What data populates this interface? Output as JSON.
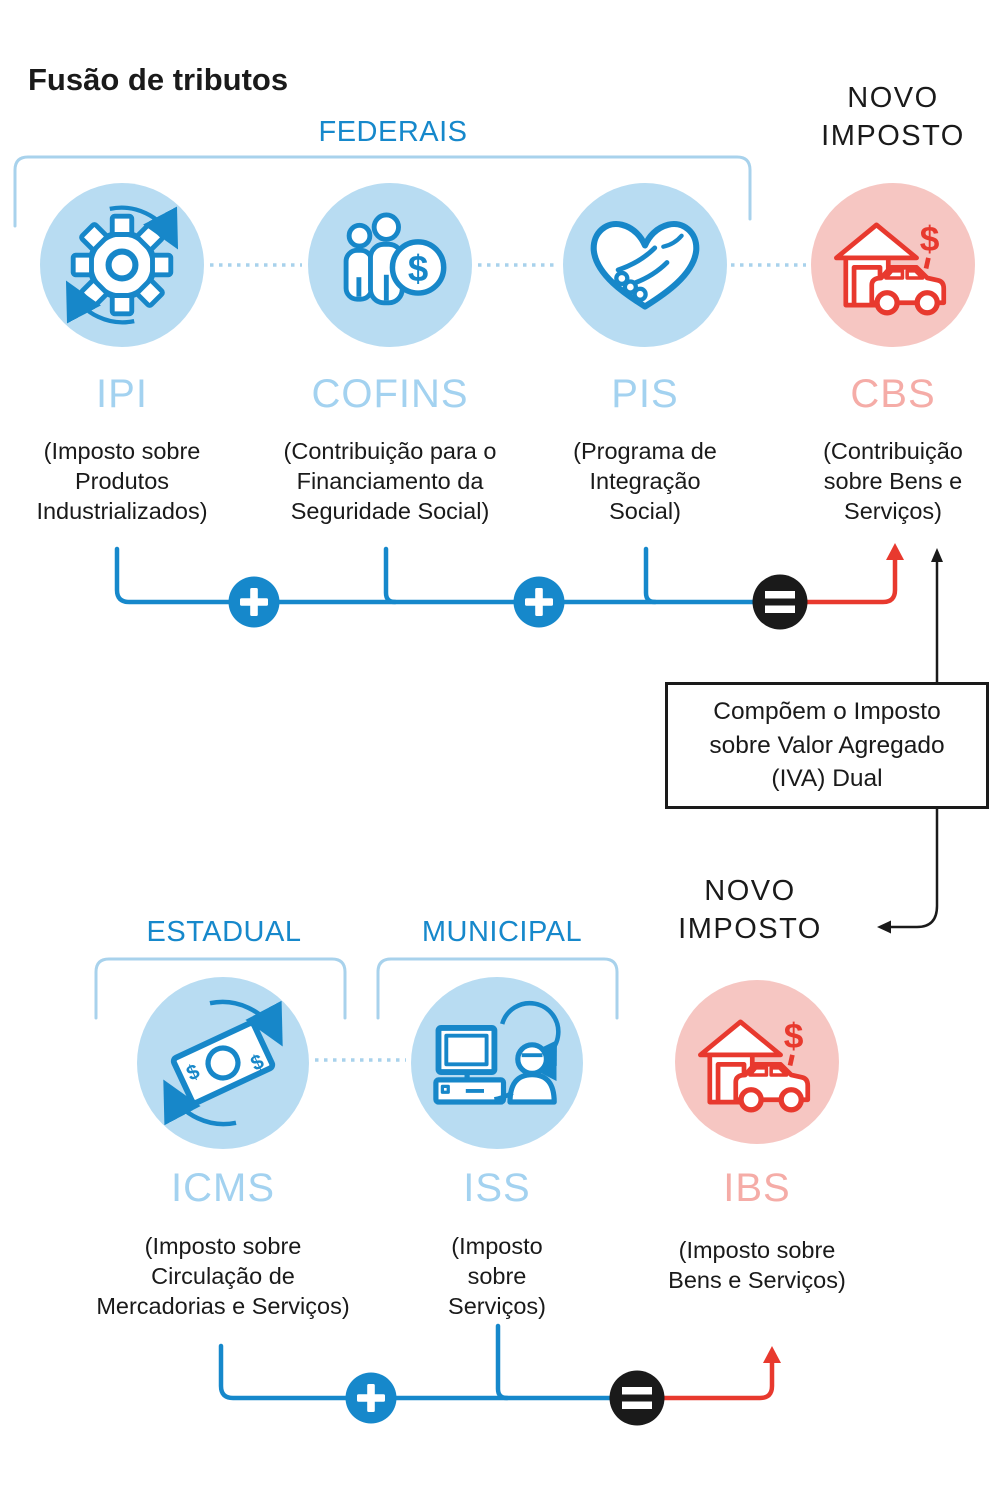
{
  "title": "Fusão de tributos",
  "new_tax_label": "NOVO IMPOSTO",
  "groups": {
    "federais": "FEDERAIS",
    "estadual": "ESTADUAL",
    "municipal": "MUNICIPAL"
  },
  "federal_taxes": [
    {
      "acronym": "IPI",
      "description": "(Imposto sobre Produtos Industrializados)",
      "icon": "gear-cycle-icon"
    },
    {
      "acronym": "COFINS",
      "description": "(Contribuição para o Financiamento da Seguridade Social)",
      "icon": "people-coin-icon"
    },
    {
      "acronym": "PIS",
      "description": "(Programa de Integração Social)",
      "icon": "handshake-heart-icon"
    }
  ],
  "new_federal_tax": {
    "acronym": "CBS",
    "description": "(Contribuição sobre Bens e Serviços)",
    "icon": "house-car-dollar-icon"
  },
  "state_tax": {
    "acronym": "ICMS",
    "description": "(Imposto sobre Circulação de Mercadorias e Serviços)",
    "icon": "money-cycle-icon"
  },
  "municipal_tax": {
    "acronym": "ISS",
    "description": "(Imposto sobre Serviços)",
    "icon": "computer-person-icon"
  },
  "new_shared_tax": {
    "acronym": "IBS",
    "description": "(Imposto sobre Bens e Serviços)",
    "icon": "house-car-dollar-icon"
  },
  "iva_note": "Compõem o Imposto sobre Valor Agregado (IVA) Dual",
  "operators": {
    "plus": "+",
    "equals": "="
  },
  "currency_symbol": "$",
  "colors": {
    "blue": "#1688CB",
    "icon_blue": "#1787C9",
    "light_blue_fill": "#B8DCF2",
    "pale_blue_line": "#A8D2EC",
    "acronym_blue": "#A3D2F0",
    "red": "#E8392E",
    "pink_fill": "#F6C6C2",
    "acronym_pink": "#F5ACA7",
    "ink": "#1A1A1A"
  }
}
